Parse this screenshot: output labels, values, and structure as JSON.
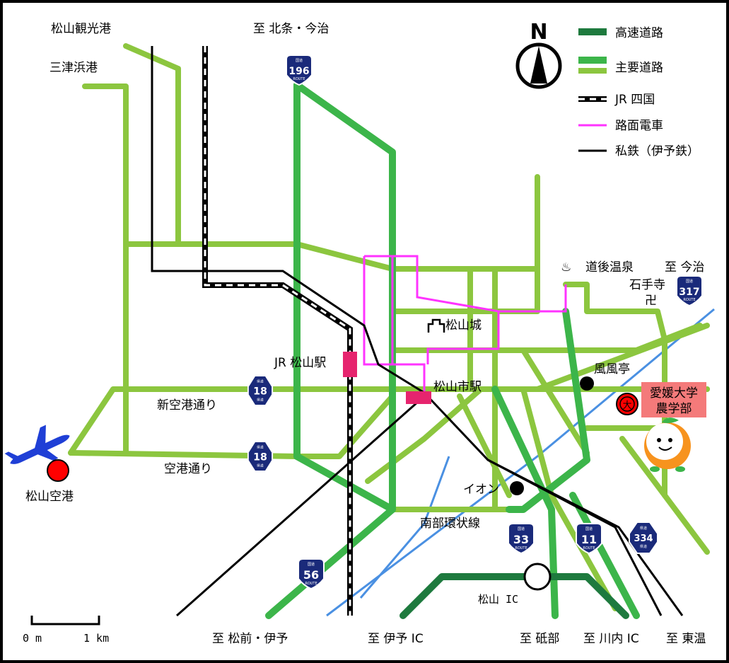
{
  "legend": {
    "north": "N",
    "expressway": "高速道路",
    "main_road": "主要道路",
    "jr": "JR 四国",
    "tram": "路面電車",
    "private_rail": "私鉄（伊予鉄）"
  },
  "labels": {
    "kanko_port": "松山観光港",
    "mitsuhama_port": "三津浜港",
    "to_hojo": "至 北条・今治",
    "dogo": "道後温泉",
    "to_imabari": "至 今治",
    "ishiteji": "石手寺",
    "castle": "松山城",
    "jr_station": "JR 松山駅",
    "city_station": "松山市駅",
    "fufutei": "風風亭",
    "university": "愛媛大学",
    "faculty": "農学部",
    "shinkuko_dori": "新空港通り",
    "kuko_dori": "空港通り",
    "airport": "松山空港",
    "aeon": "イオン",
    "ring_road": "南部環状線",
    "ic": "松山 IC",
    "to_masaki": "至 松前・伊予",
    "to_iyo_ic": "至 伊予 IC",
    "to_tobe": "至 砥部",
    "to_kawauchi": "至 川内 IC",
    "to_toon": "至 東温",
    "scale_0": "0 m",
    "scale_1": "1 km",
    "temple_symbol": "卍",
    "onsen_symbol": "♨",
    "uni_badge": "大"
  },
  "shields": [
    {
      "id": "r196",
      "number": "196",
      "kind": "国道",
      "sub": "ROUTE"
    },
    {
      "id": "r317",
      "number": "317",
      "kind": "国道",
      "sub": "ROUTE"
    },
    {
      "id": "r18a",
      "number": "18",
      "kind": "県道",
      "sub": "県道"
    },
    {
      "id": "r18b",
      "number": "18",
      "kind": "県道",
      "sub": "県道"
    },
    {
      "id": "r33",
      "number": "33",
      "kind": "国道",
      "sub": "ROUTE"
    },
    {
      "id": "r11",
      "number": "11",
      "kind": "国道",
      "sub": "ROUTE"
    },
    {
      "id": "r334",
      "number": "334",
      "kind": "県道",
      "sub": "県道"
    },
    {
      "id": "r56",
      "number": "56",
      "kind": "国道",
      "sub": "ROUTE"
    }
  ],
  "colors": {
    "expressway": "#1e7a3e",
    "main_road": "#8cc63f",
    "arterial": "#3cb54a",
    "tram": "#ff33ff",
    "jr": "#000000",
    "private_rail": "#000000",
    "river": "#4a90e2",
    "station": "#e6246e",
    "shield": "#1a2a7a",
    "airport_marker": "#ff0000",
    "university_box": "#f47a7a"
  }
}
